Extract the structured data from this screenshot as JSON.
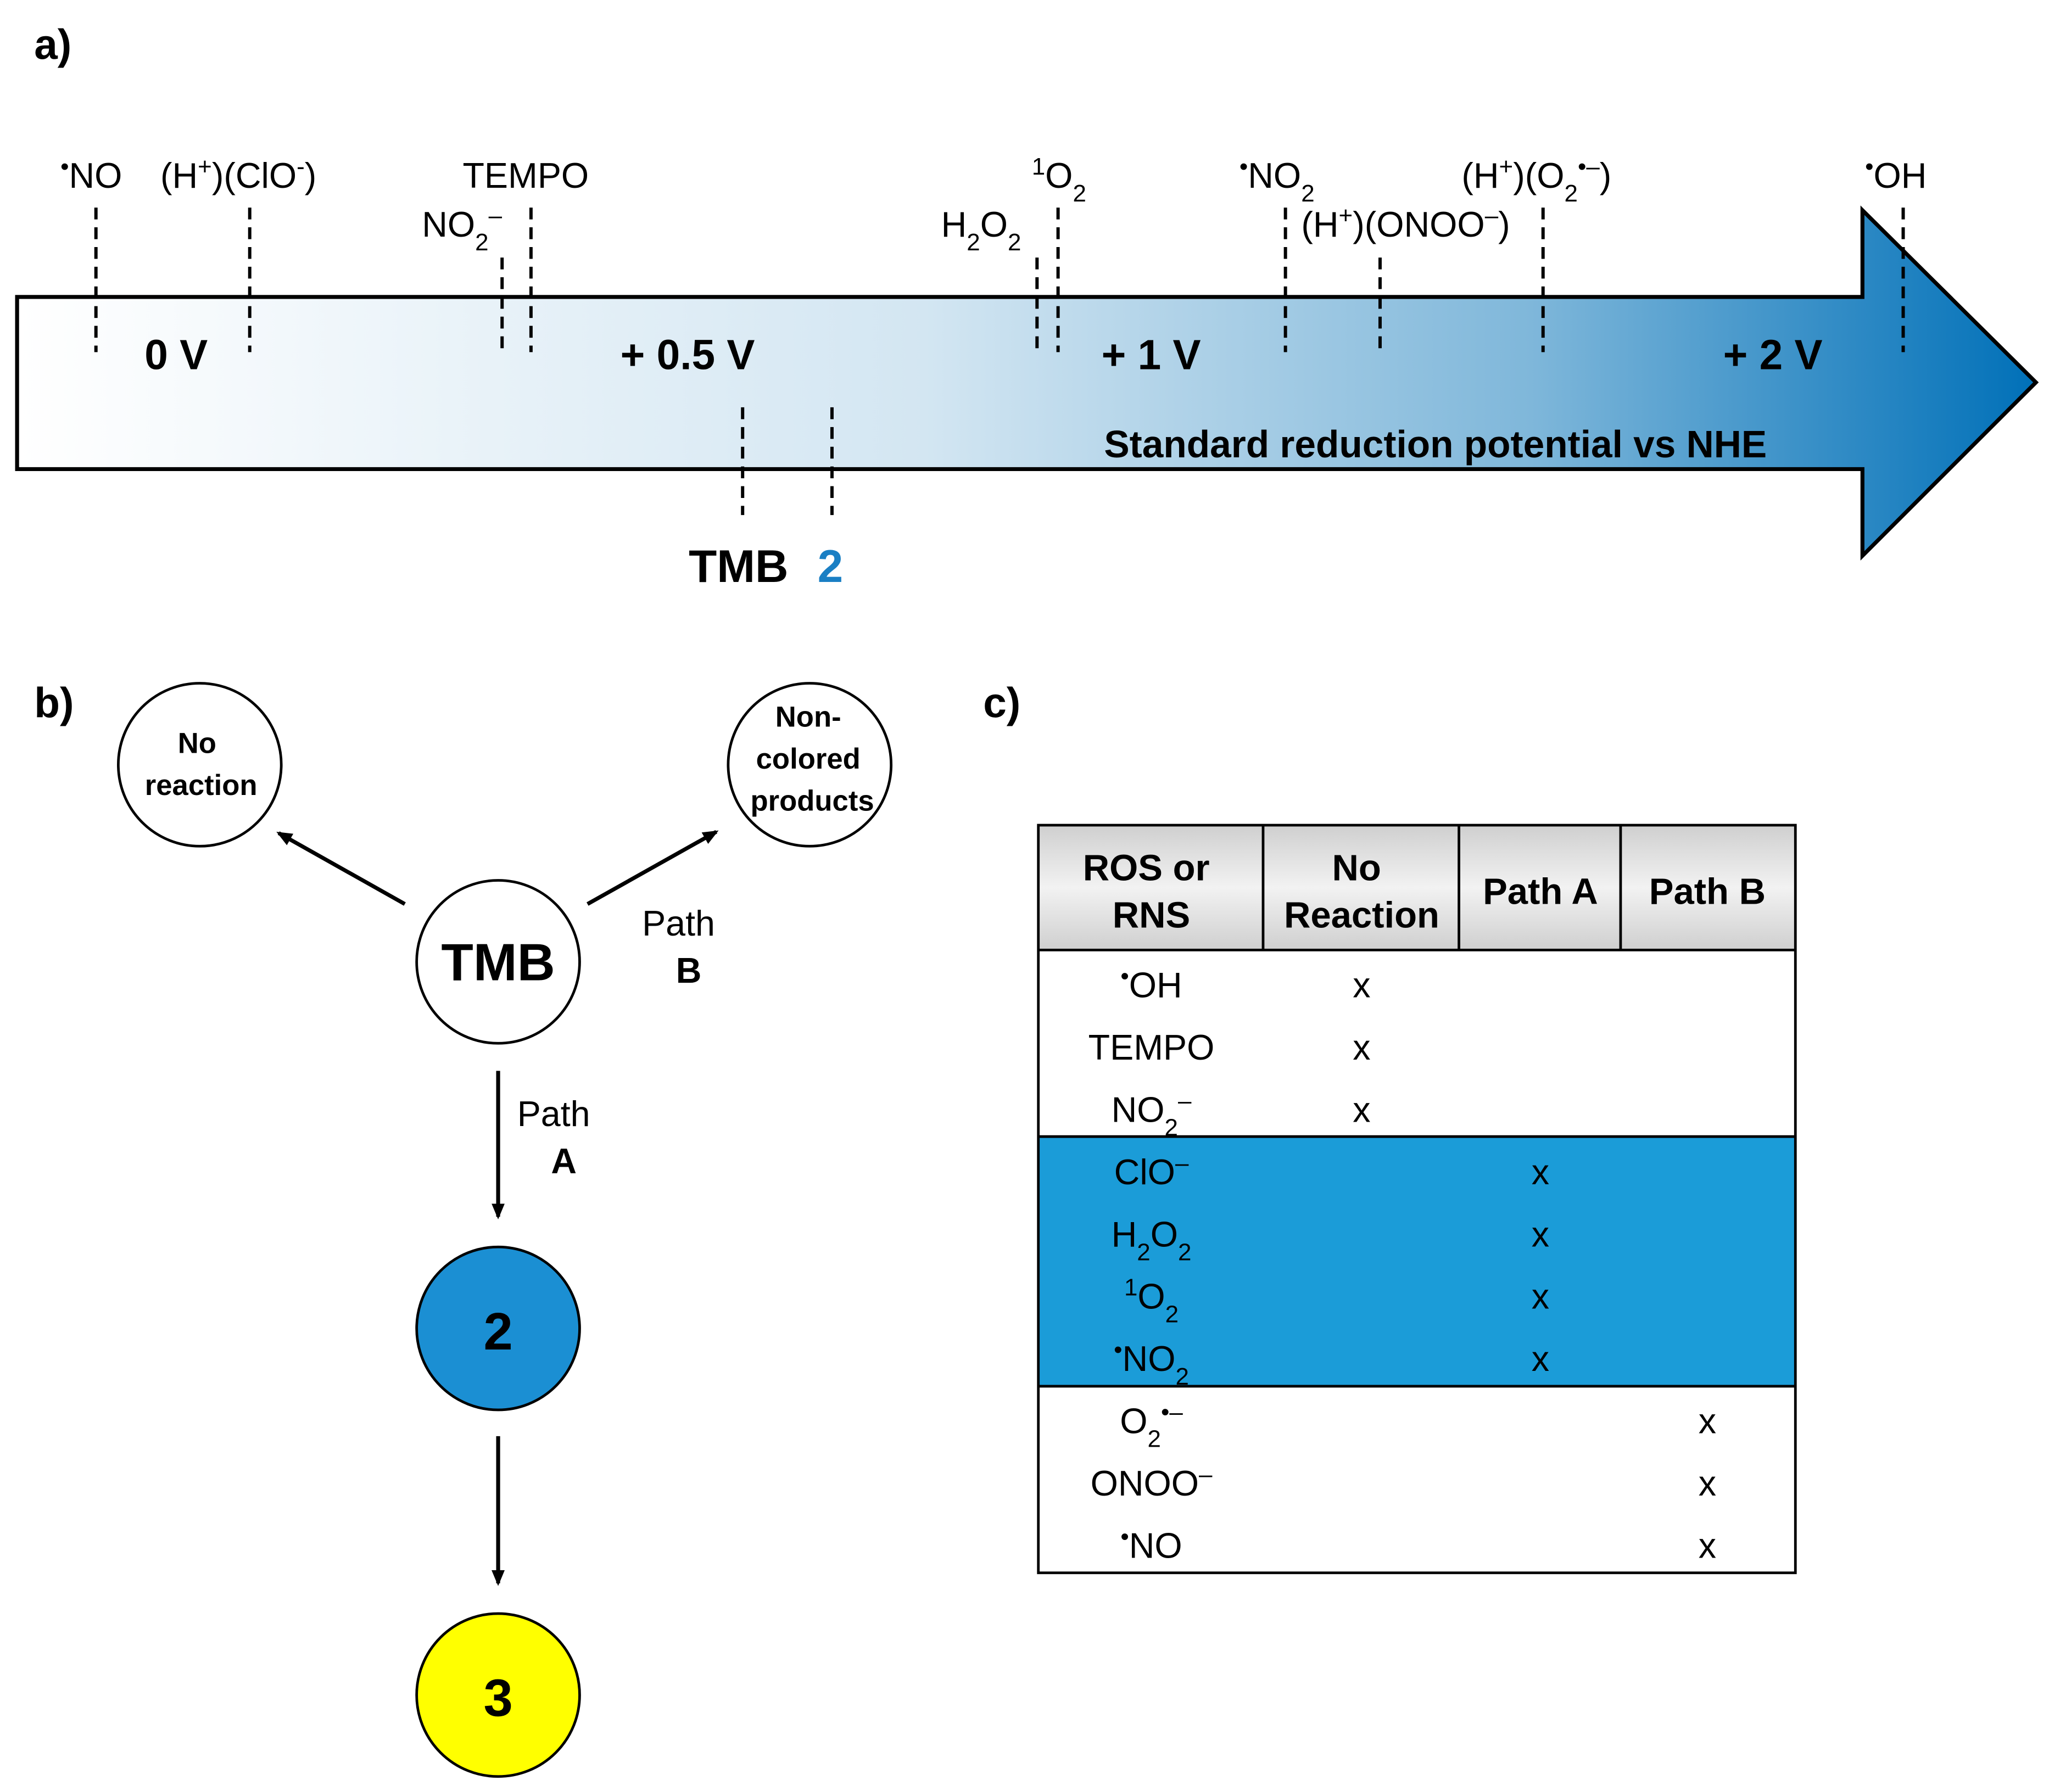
{
  "panel_labels": {
    "a": "a)",
    "b": "b)",
    "c": "c)"
  },
  "panel_a": {
    "axis_title": "Standard reduction potential vs NHE",
    "ticks": [
      "0 V",
      "+ 0.5 V",
      "+ 1 V",
      "+ 2 V"
    ],
    "species_above": [
      {
        "name": "•NO",
        "parts": [
          [
            "•",
            "sup"
          ],
          [
            "NO",
            ""
          ]
        ]
      },
      {
        "name": "(H+)(ClO-)",
        "parts": [
          [
            "(H",
            ""
          ],
          [
            "+",
            "sup"
          ],
          [
            ")(ClO",
            ""
          ],
          [
            "-",
            "sup"
          ],
          [
            ")",
            ""
          ]
        ]
      },
      {
        "name": "TEMPO",
        "parts": [
          [
            "TEMPO",
            ""
          ]
        ]
      },
      {
        "name": "NO2–",
        "parts": [
          [
            "NO",
            ""
          ],
          [
            "2",
            "sub"
          ],
          [
            "–",
            "sup"
          ]
        ]
      },
      {
        "name": "1O2",
        "parts": [
          [
            "1",
            "sup"
          ],
          [
            "O",
            ""
          ],
          [
            "2",
            "sub"
          ]
        ]
      },
      {
        "name": "H2O2",
        "parts": [
          [
            "H",
            ""
          ],
          [
            "2",
            "sub"
          ],
          [
            "O",
            ""
          ],
          [
            "2",
            "sub"
          ]
        ]
      },
      {
        "name": "•NO2",
        "parts": [
          [
            "•",
            "sup"
          ],
          [
            "NO",
            ""
          ],
          [
            "2",
            "sub"
          ]
        ]
      },
      {
        "name": "(H+)(ONOO–)",
        "parts": [
          [
            "(H",
            ""
          ],
          [
            "+",
            "sup"
          ],
          [
            ")(ONOO",
            ""
          ],
          [
            "–",
            "sup"
          ],
          [
            ")",
            ""
          ]
        ]
      },
      {
        "name": "(H+)(O2•–)",
        "parts": [
          [
            "(H",
            ""
          ],
          [
            "+",
            "sup"
          ],
          [
            ")(O",
            ""
          ],
          [
            "2",
            "sub"
          ],
          [
            "•–",
            "sup"
          ],
          [
            ")",
            ""
          ]
        ]
      },
      {
        "name": "•OH",
        "parts": [
          [
            "•",
            "sup"
          ],
          [
            "OH",
            ""
          ]
        ]
      }
    ],
    "probes_below": [
      {
        "name": "TMB",
        "label": "TMB"
      },
      {
        "name": "2",
        "label": "2"
      }
    ],
    "colors": {
      "arrow_light": "#ffffff",
      "arrow_dark": "#0070b8",
      "probe_2": "#1a7fc4"
    }
  },
  "panel_b": {
    "nodes": {
      "no_reaction": [
        "No",
        "reaction"
      ],
      "non_colored": [
        "Non-",
        "colored",
        "products"
      ],
      "tmb": "TMB",
      "oxidized": "2",
      "final": "3"
    },
    "path_b": [
      "Path",
      "B"
    ],
    "path_a": [
      "Path",
      "A"
    ],
    "colors": {
      "node_2": "#1b8fd3",
      "node_3": "#ffff00"
    }
  },
  "panel_c": {
    "headers": [
      [
        "ROS or",
        "RNS"
      ],
      [
        "No",
        "Reaction"
      ],
      [
        "Path A"
      ],
      [
        "Path B"
      ]
    ],
    "groups": [
      {
        "name": "no-reaction",
        "highlight": false,
        "rows": [
          {
            "species": [
              [
                "•",
                "sup"
              ],
              [
                "OH",
                ""
              ]
            ],
            "marks": [
              "x",
              "",
              ""
            ]
          },
          {
            "species": [
              [
                "TEMPO",
                ""
              ]
            ],
            "marks": [
              "x",
              "",
              ""
            ]
          },
          {
            "species": [
              [
                "NO",
                ""
              ],
              [
                "2",
                "sub"
              ],
              [
                "–",
                "sup"
              ]
            ],
            "marks": [
              "x",
              "",
              ""
            ]
          }
        ]
      },
      {
        "name": "path-a",
        "highlight": true,
        "rows": [
          {
            "species": [
              [
                "ClO",
                ""
              ],
              [
                "–",
                "sup"
              ]
            ],
            "marks": [
              "",
              "x",
              ""
            ]
          },
          {
            "species": [
              [
                "H",
                ""
              ],
              [
                "2",
                "sub"
              ],
              [
                "O",
                ""
              ],
              [
                "2",
                "sub"
              ]
            ],
            "marks": [
              "",
              "x",
              ""
            ]
          },
          {
            "species": [
              [
                "1",
                "sup"
              ],
              [
                "O",
                ""
              ],
              [
                "2",
                "sub"
              ]
            ],
            "marks": [
              "",
              "x",
              ""
            ]
          },
          {
            "species": [
              [
                "•",
                "sup"
              ],
              [
                "NO",
                ""
              ],
              [
                "2",
                "sub"
              ]
            ],
            "marks": [
              "",
              "x",
              ""
            ]
          }
        ]
      },
      {
        "name": "path-b",
        "highlight": false,
        "rows": [
          {
            "species": [
              [
                "O",
                ""
              ],
              [
                "2",
                "sub"
              ],
              [
                "•–",
                "sup"
              ]
            ],
            "marks": [
              "",
              "",
              "x"
            ]
          },
          {
            "species": [
              [
                "ONOO",
                ""
              ],
              [
                "–",
                "sup"
              ]
            ],
            "marks": [
              "",
              "",
              "x"
            ]
          },
          {
            "species": [
              [
                "•",
                "sup"
              ],
              [
                "NO",
                ""
              ]
            ],
            "marks": [
              "",
              "",
              "x"
            ]
          }
        ]
      }
    ],
    "colors": {
      "highlight": "#1b9cd8",
      "header_bg": "#d8d8d8"
    }
  }
}
